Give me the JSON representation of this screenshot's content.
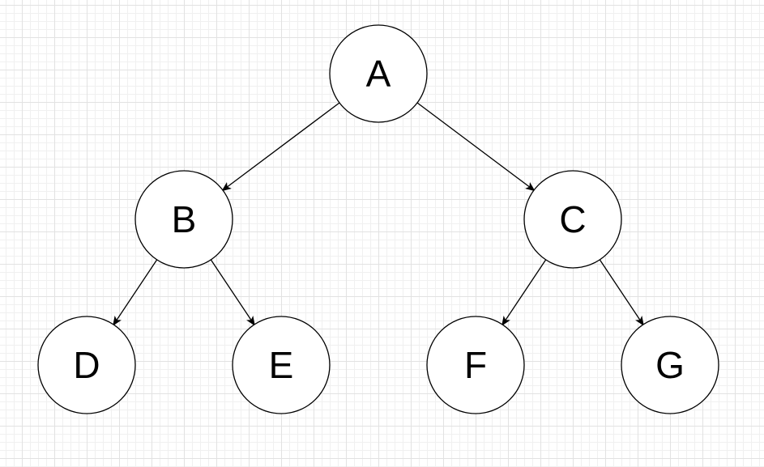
{
  "colors": {
    "node_fill": "#ffffff",
    "node_stroke": "#000000",
    "edge_stroke": "#000000",
    "label": "#000000"
  },
  "nodes": [
    {
      "id": "A",
      "label": "A"
    },
    {
      "id": "B",
      "label": "B"
    },
    {
      "id": "C",
      "label": "C"
    },
    {
      "id": "D",
      "label": "D"
    },
    {
      "id": "E",
      "label": "E"
    },
    {
      "id": "F",
      "label": "F"
    },
    {
      "id": "G",
      "label": "G"
    }
  ],
  "edges": [
    {
      "from": "A",
      "to": "B"
    },
    {
      "from": "A",
      "to": "C"
    },
    {
      "from": "B",
      "to": "D"
    },
    {
      "from": "B",
      "to": "E"
    },
    {
      "from": "C",
      "to": "F"
    },
    {
      "from": "C",
      "to": "G"
    }
  ]
}
